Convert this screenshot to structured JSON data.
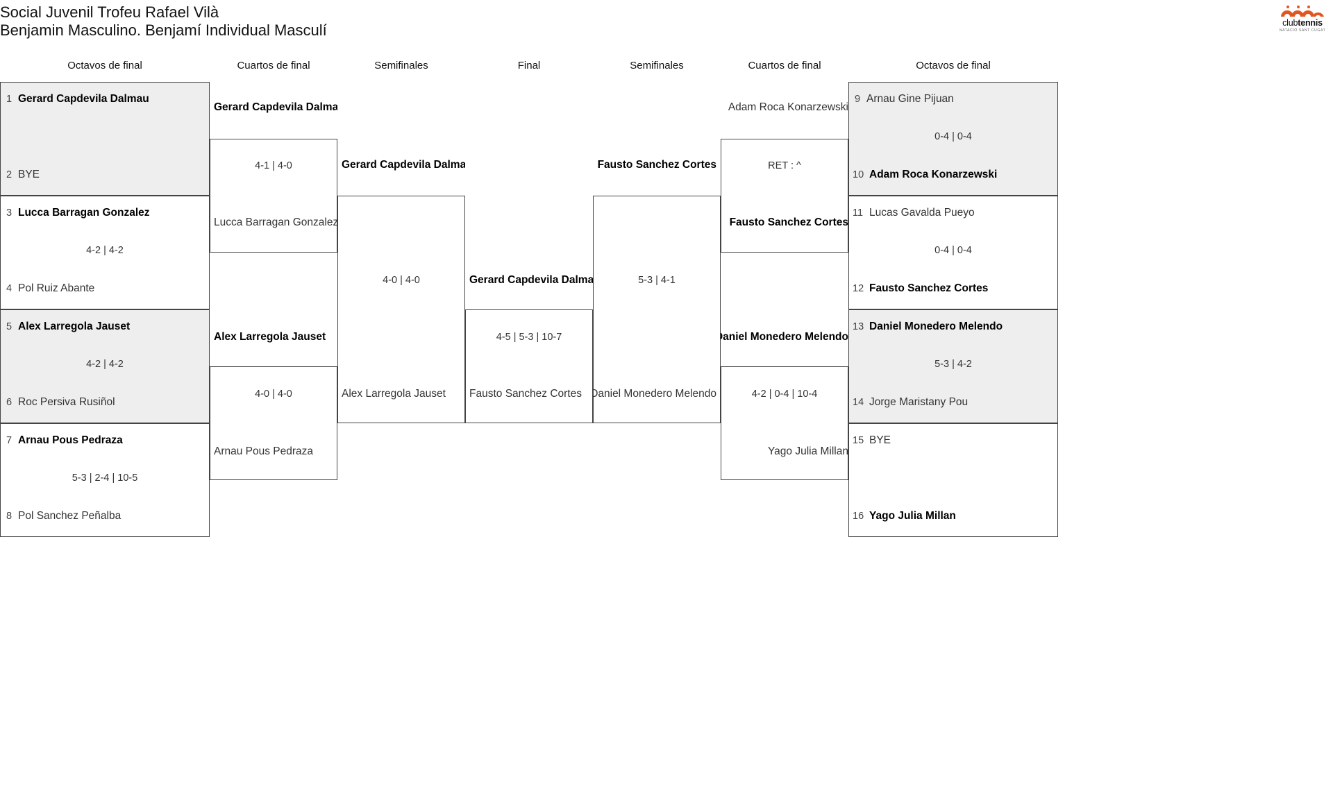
{
  "header": {
    "title_line1": "Social Juvenil Trofeu Rafael Vilà",
    "title_line2": "Benjamin Masculino. Benjamí Individual Masculí",
    "logo": {
      "word_club": "club",
      "word_tennis": "tennis",
      "sub": "NATACIÓ SANT CUGAT",
      "mark_color": "#E2561F"
    }
  },
  "round_headers": [
    {
      "label": "Octavos de final"
    },
    {
      "label": "Cuartos de final"
    },
    {
      "label": "Semifinales"
    },
    {
      "label": "Final"
    },
    {
      "label": "Semifinales"
    },
    {
      "label": "Cuartos de final"
    },
    {
      "label": "Octavos de final"
    }
  ],
  "left": {
    "r16": [
      {
        "seed": "1",
        "name": "Gerard Capdevila Dalmau",
        "winner": true
      },
      {
        "seed": "2",
        "name": "BYE",
        "winner": false
      },
      {
        "seed": "3",
        "name": "Lucca Barragan Gonzalez",
        "winner": true
      },
      {
        "seed": "4",
        "name": "Pol Ruiz Abante",
        "winner": false
      },
      {
        "seed": "5",
        "name": "Alex Larregola Jauset",
        "winner": true
      },
      {
        "seed": "6",
        "name": "Roc Persiva Rusiñol",
        "winner": false
      },
      {
        "seed": "7",
        "name": "Arnau Pous Pedraza",
        "winner": true
      },
      {
        "seed": "8",
        "name": "Pol Sanchez Peñalba",
        "winner": false
      }
    ],
    "r16_scores": [
      "",
      "4-2 | 4-2",
      "4-2 | 4-2",
      "5-3 | 2-4 | 10-5"
    ],
    "qf": [
      {
        "name": "Gerard Capdevila Dalmau",
        "winner": true
      },
      {
        "name": "Lucca Barragan Gonzalez",
        "winner": false
      },
      {
        "name": "Alex Larregola Jauset",
        "winner": true
      },
      {
        "name": "Arnau Pous Pedraza",
        "winner": false
      }
    ],
    "qf_scores": [
      "4-1 | 4-0",
      "4-0 | 4-0"
    ],
    "sf": [
      {
        "name": "Gerard Capdevila Dalmau",
        "winner": true
      },
      {
        "name": "Alex Larregola Jauset",
        "winner": false
      }
    ],
    "sf_score": "4-0 | 4-0"
  },
  "final": {
    "top": {
      "name": "Gerard Capdevila Dalmau",
      "winner": true
    },
    "bottom": {
      "name": "Fausto Sanchez Cortes",
      "winner": false
    },
    "score": "4-5 | 5-3 | 10-7"
  },
  "right": {
    "r16": [
      {
        "seed": "9",
        "name": "Arnau Gine Pijuan",
        "winner": false
      },
      {
        "seed": "10",
        "name": "Adam Roca Konarzewski",
        "winner": true
      },
      {
        "seed": "11",
        "name": "Lucas Gavalda Pueyo",
        "winner": false
      },
      {
        "seed": "12",
        "name": "Fausto Sanchez Cortes",
        "winner": true
      },
      {
        "seed": "13",
        "name": "Daniel Monedero Melendo",
        "winner": true
      },
      {
        "seed": "14",
        "name": "Jorge Maristany Pou",
        "winner": false
      },
      {
        "seed": "15",
        "name": "BYE",
        "winner": false
      },
      {
        "seed": "16",
        "name": "Yago Julia Millan",
        "winner": true
      }
    ],
    "r16_scores": [
      "0-4 | 0-4",
      "0-4 | 0-4",
      "5-3 | 4-2",
      ""
    ],
    "qf": [
      {
        "name": "Adam Roca Konarzewski",
        "winner": false
      },
      {
        "name": "Fausto Sanchez Cortes",
        "winner": true
      },
      {
        "name": "Daniel Monedero Melendo",
        "winner": true
      },
      {
        "name": "Yago Julia Millan",
        "winner": false
      }
    ],
    "qf_scores": [
      "RET : ^",
      "4-2 | 0-4 | 10-4"
    ],
    "sf": [
      {
        "name": "Fausto Sanchez Cortes",
        "winner": true
      },
      {
        "name": "Daniel Monedero Melendo",
        "winner": false
      }
    ],
    "sf_score": "5-3 | 4-1"
  }
}
